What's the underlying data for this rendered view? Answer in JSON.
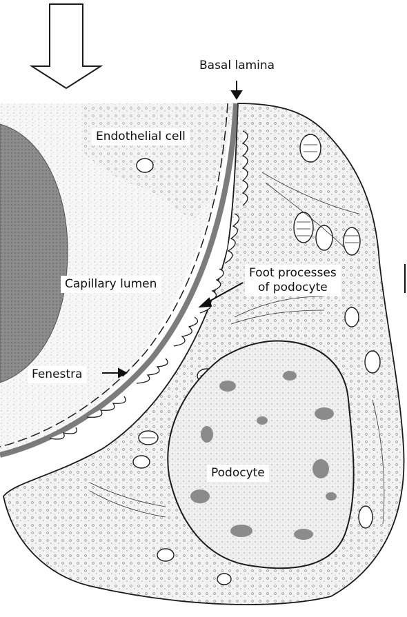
{
  "labels": {
    "basal_lamina": "Basal lamina",
    "endothelial_cell": "Endothelial cell",
    "foot_processes_line1": "Foot processes",
    "foot_processes_line2": "of podocyte",
    "capillary_lumen": "Capillary lumen",
    "fenestra": "Fenestra",
    "podocyte": "Podocyte"
  },
  "colors": {
    "ink": "#1a1a1a",
    "nucleus": "#9a9a9a",
    "lumen_stipple": "#bdbdbd",
    "background": "#ffffff"
  }
}
